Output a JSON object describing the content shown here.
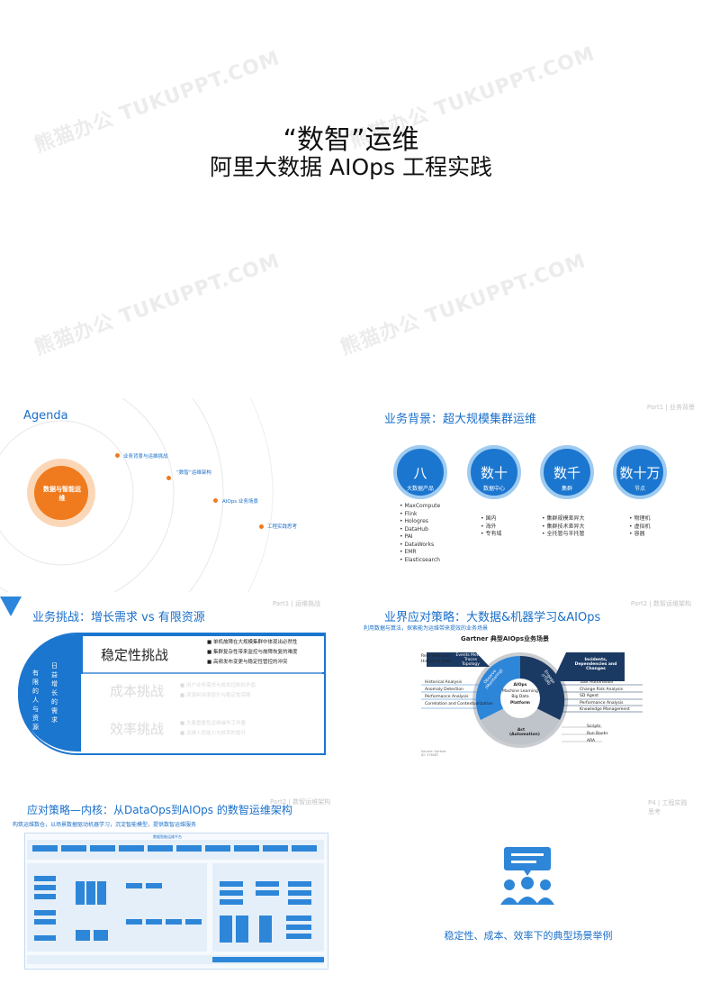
{
  "cover": {
    "title": "“数智”运维",
    "subtitle": "阿里大数据 AIOps 工程实践"
  },
  "watermark": "熊猫办公 TUKUPPT.COM",
  "agenda": {
    "heading": "Agenda",
    "center": "数据与智能运维",
    "items": [
      "业务背景与运维挑战",
      "“数智”运维架构",
      "AIOps 业务场景",
      "工程实践思考"
    ]
  },
  "background": {
    "heading": "业务背景：超大规模集群运维",
    "part": "Part1 | 业务背景",
    "circles": [
      {
        "big": "八",
        "small": "大数据产品"
      },
      {
        "big": "数十",
        "small": "数据中心"
      },
      {
        "big": "数千",
        "small": "集群"
      },
      {
        "big": "数十万",
        "small": "节点"
      }
    ],
    "lists": [
      [
        "MaxCompute",
        "Flink",
        "Hologres",
        "DataHub",
        "PAI",
        "DataWorks",
        "EMR",
        "Elasticsearch"
      ],
      [
        "国内",
        "海外",
        "专有域"
      ],
      [
        "集群规模差异大",
        "集群技术差异大",
        "全托管与半托管"
      ],
      [
        "物理机",
        "虚拟机",
        "容器"
      ]
    ]
  },
  "challenge": {
    "heading": "业务挑战：增长需求 vs 有限资源",
    "part": "Part1 | 运维挑战",
    "left_col1": "有限的人与资源",
    "left_col2": "日益增长的需求",
    "rows": [
      {
        "label": "稳定性挑战",
        "points": [
          "单机故障在大规模集群中体现出必然性",
          "集群复杂性带来监控与故障恢复的难度",
          "高频发布变更与稳定性管控的冲突"
        ]
      },
      {
        "label": "成本挑战",
        "points": [
          "用户业务需求与成本控制的矛盾",
          "资源利用率提升与稳定性保障"
        ]
      },
      {
        "label": "效率挑战",
        "points": [
          "大量重复性运维操作工作量",
          "运维人员能力与效率的提升"
        ]
      }
    ]
  },
  "strategy": {
    "heading": "业界应对策略：大数据&机器学习&AIOps",
    "part": "Part2 | 数智运维架构",
    "sub": "利用数据与算法，探索能为运维带来提效的业务场景",
    "diagram_title": "Gartner 典型AIOps业务场景",
    "left_head": "Real-Time and Historical Data",
    "tag_events": "Events Metrics Traces Topology",
    "tag_right": "Incidents, Dependencies and Changes",
    "left_items": [
      "Historical Analysis",
      "Anomaly Detection",
      "Performance Analysis",
      "Correlation and Contextualization"
    ],
    "right_items": [
      "Task Automation",
      "Change Risk Analysis",
      "SD Agent",
      "Performance Analysis",
      "Knowledge Management"
    ],
    "bottom_right": [
      "Scripts",
      "Run Books",
      "ARA"
    ],
    "center": [
      "AIOps",
      "Machine Learning",
      "Big Data",
      "Platform"
    ],
    "seg_observe": "Observe (Monitoring)",
    "seg_engage": "Engage (ITSM)",
    "seg_act": "Act (Automation)",
    "source": "Source: Gartner ID: 378587"
  },
  "architecture": {
    "heading": "应对策略—内核：从DataOps到AIOps 的数智运维架构",
    "part": "Part2 | 数智运维架构",
    "sub": "构筑运维数仓，以场景数据驱动机器学习，沉淀智能模型，提供数智运维服务",
    "platform_title": "数据智能运维平台"
  },
  "scenario": {
    "part": "P4 | 工程实践思考",
    "caption": "稳定性、成本、效率下的典型场景举例"
  },
  "colors": {
    "primary": "#1b76cf",
    "accent": "#f07b1e"
  }
}
